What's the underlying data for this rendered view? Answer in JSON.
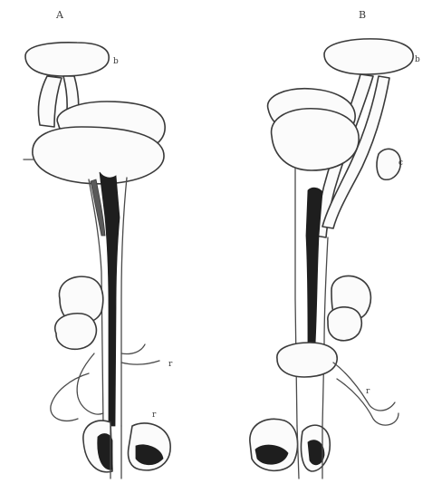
{
  "figure": {
    "panels": [
      {
        "id": "left",
        "label": "A",
        "side_labels": [
          "b",
          "r",
          "r"
        ]
      },
      {
        "id": "right",
        "label": "B",
        "side_labels": [
          "b",
          "c",
          "r"
        ]
      }
    ]
  }
}
